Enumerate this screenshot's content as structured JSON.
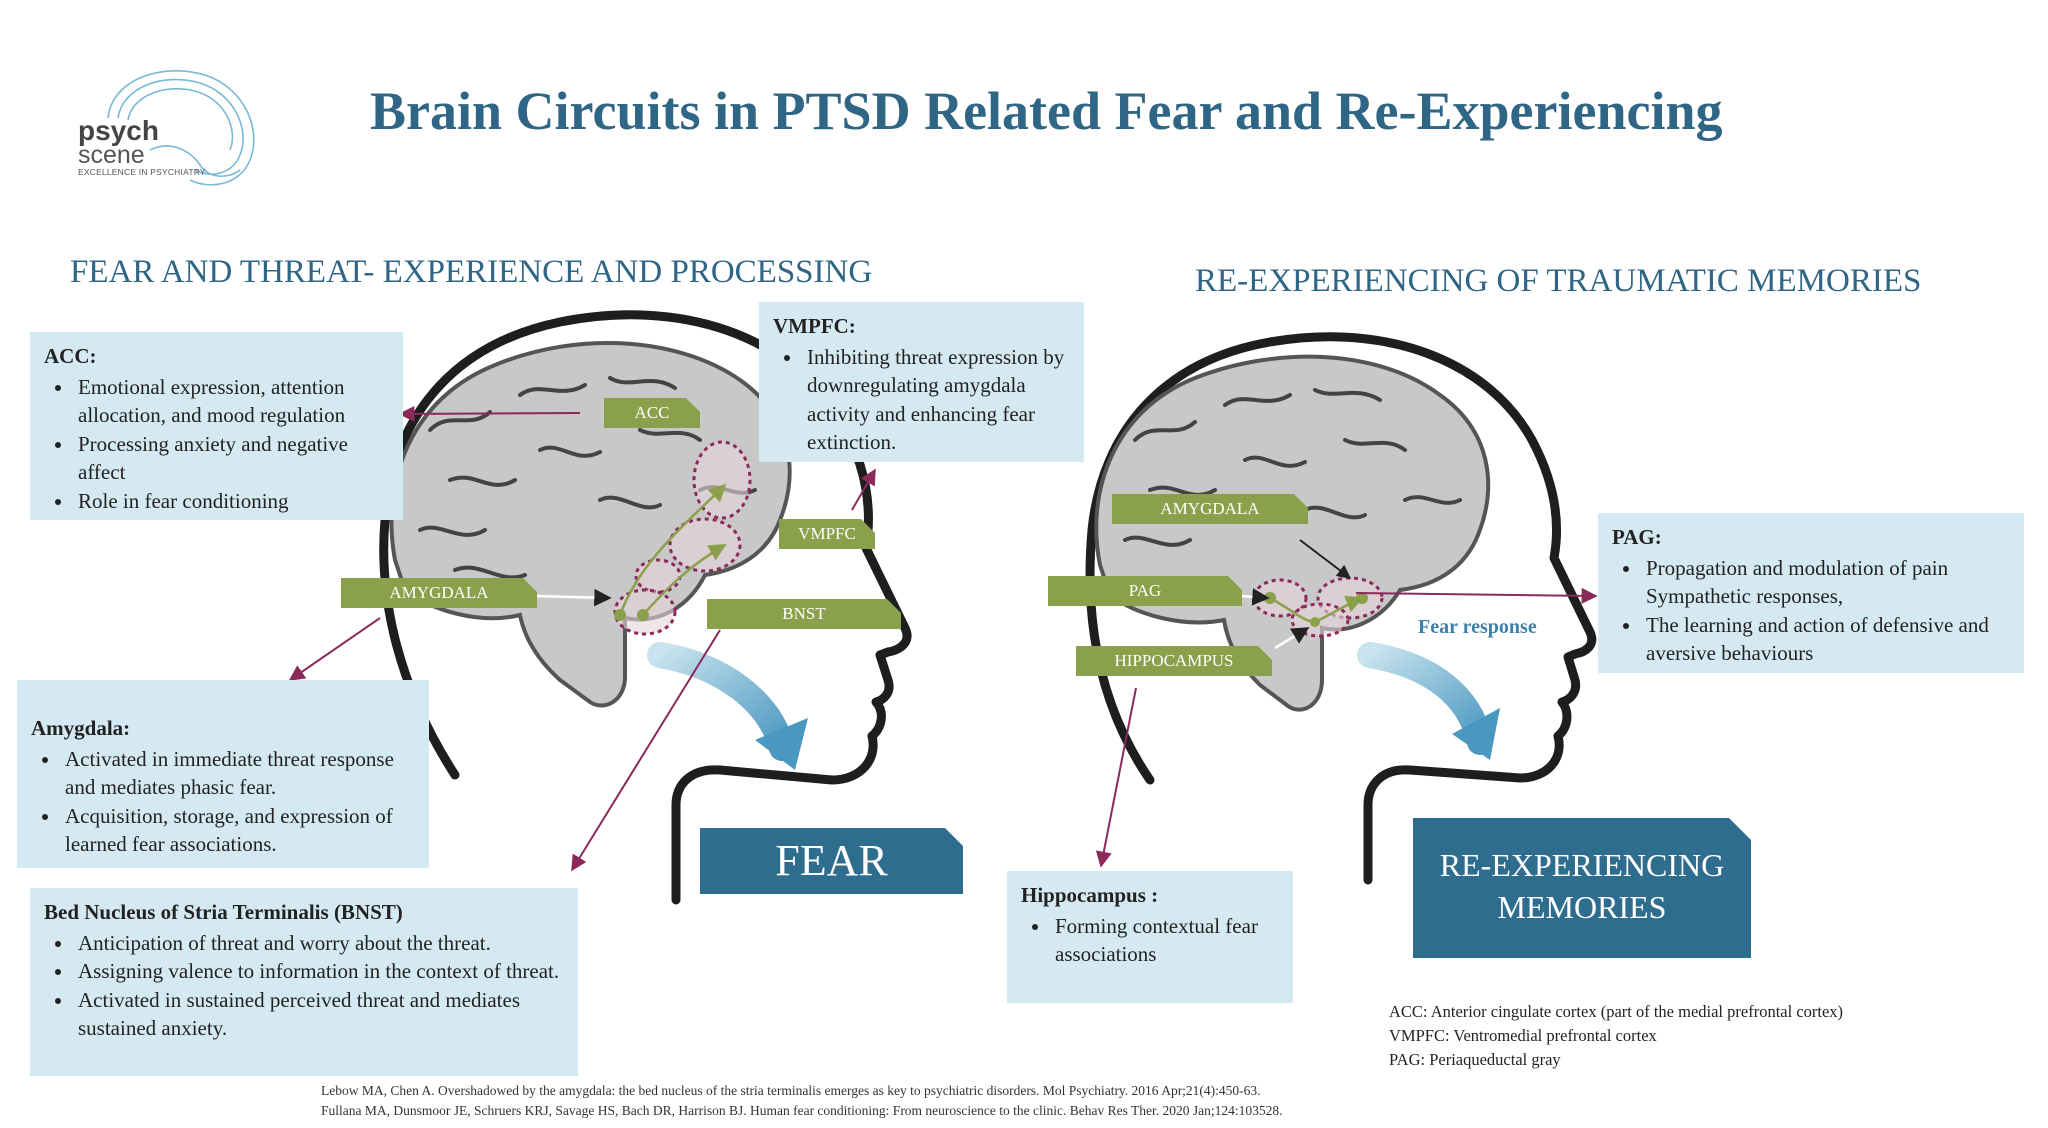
{
  "title": "Brain Circuits in PTSD Related Fear and Re-Experiencing",
  "logo": {
    "line1": "psych",
    "line2": "scene",
    "tagline": "EXCELLENCE IN PSYCHIATRY"
  },
  "left_section": {
    "title": "FEAR AND THREAT- EXPERIENCE AND PROCESSING",
    "acc_box": {
      "heading": "ACC:",
      "items": [
        "Emotional expression, attention allocation, and mood regulation",
        "Processing anxiety and negative affect",
        "Role in fear conditioning"
      ]
    },
    "vmpfc_box": {
      "heading": "VMPFC:",
      "items": [
        "Inhibiting threat expression by downregulating amygdala activity and enhancing fear extinction."
      ]
    },
    "amygdala_box": {
      "heading": "Amygdala:",
      "items": [
        "Activated in immediate threat response and mediates phasic fear.",
        "Acquisition, storage, and expression of learned fear associations."
      ]
    },
    "bnst_box": {
      "heading": "Bed Nucleus of Stria Terminalis (BNST)",
      "items": [
        "Anticipation of threat and worry about the threat.",
        "Assigning valence to information in the context of threat.",
        "Activated in sustained perceived threat and mediates sustained anxiety."
      ]
    },
    "tags": {
      "acc": "ACC",
      "vmpfc": "VMPFC",
      "amygdala": "AMYGDALA",
      "bnst": "BNST"
    },
    "outcome": "FEAR"
  },
  "right_section": {
    "title": "RE-EXPERIENCING OF TRAUMATIC MEMORIES",
    "pag_box": {
      "heading": "PAG:",
      "items": [
        "Propagation and modulation of pain Sympathetic responses,",
        "The learning and action of defensive and aversive behaviours"
      ]
    },
    "hippocampus_box": {
      "heading": "Hippocampus :",
      "items": [
        "Forming contextual fear associations"
      ]
    },
    "tags": {
      "amygdala": "AMYGDALA",
      "pag": "PAG",
      "hippocampus": "HIPPOCAMPUS"
    },
    "fear_response_label": "Fear response",
    "outcome_line1": "RE-EXPERIENCING",
    "outcome_line2": "MEMORIES"
  },
  "abbreviations": [
    "ACC: Anterior cingulate cortex (part of the medial prefrontal cortex)",
    "VMPFC: Ventromedial prefrontal cortex",
    "PAG: Periaqueductal gray"
  ],
  "references": [
    "Lebow MA, Chen A. Overshadowed by the amygdala: the bed nucleus of the stria terminalis emerges as key to psychiatric disorders. Mol Psychiatry. 2016 Apr;21(4):450-63.",
    "Fullana MA, Dunsmoor JE, Schruers KRJ, Savage HS, Bach DR, Harrison BJ. Human fear conditioning: From neuroscience to the clinic. Behav Res Ther. 2020 Jan;124:103528."
  ],
  "colors": {
    "title_blue": "#2f6585",
    "box_bg": "#d5e9f2",
    "tag_green": "#8aa04a",
    "arrow_purple": "#8b2a5a",
    "dark_blue": "#2f6d8e",
    "brain_gray": "#c9c9c9"
  }
}
